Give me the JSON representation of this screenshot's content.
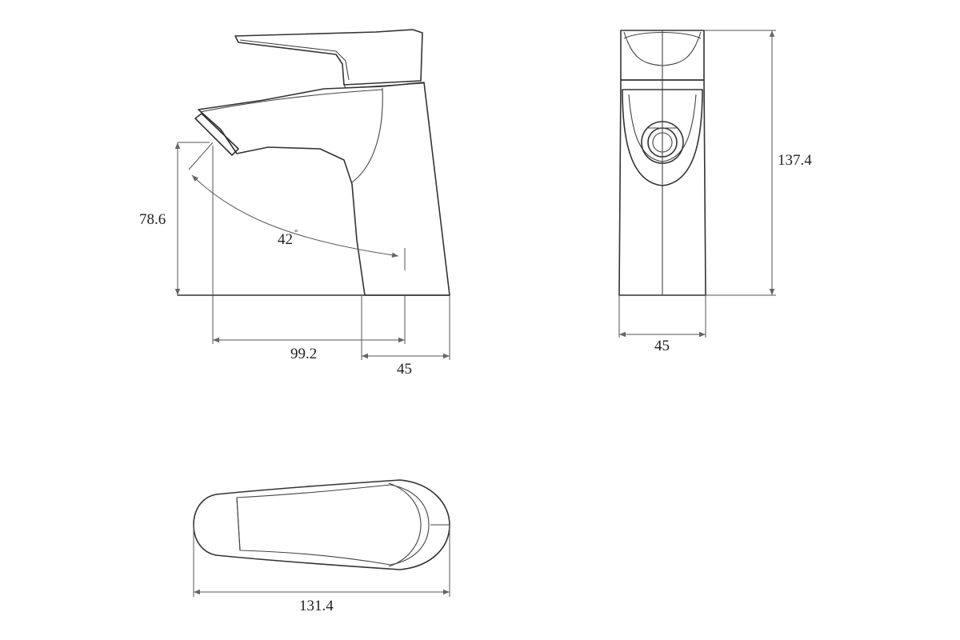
{
  "drawing": {
    "line_color": "#333333",
    "background": "#ffffff",
    "dimensions": {
      "spout_height": "78.6",
      "spout_reach": "99.2",
      "base_depth_side": "45",
      "spout_angle": "42",
      "angle_unit": "°",
      "total_height": "137.4",
      "base_width_front": "45",
      "total_length_top": "131.4"
    }
  }
}
